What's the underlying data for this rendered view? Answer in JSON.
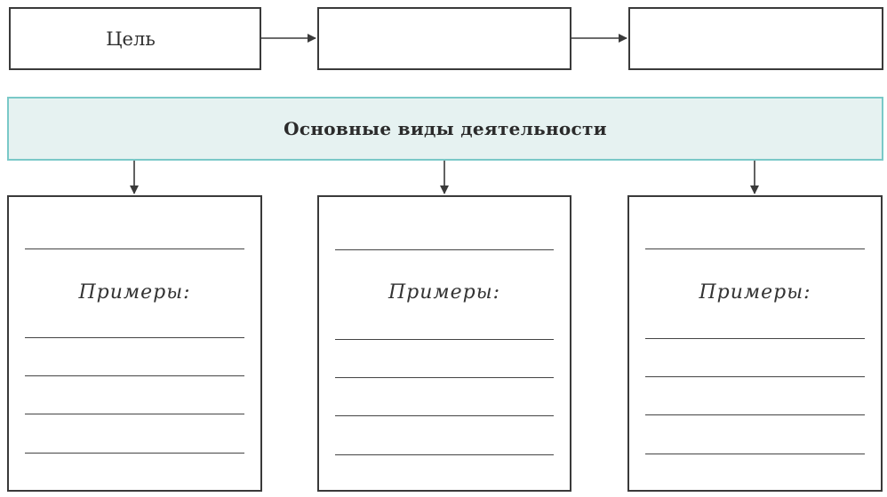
{
  "diagram": {
    "goal_label": "Цель",
    "box2_text": "",
    "box3_text": "",
    "main_title": "Основные виды деятельности",
    "columns": [
      {
        "examples_label": "Примеры:"
      },
      {
        "examples_label": "Примеры:"
      },
      {
        "examples_label": "Примеры:"
      }
    ]
  },
  "colors": {
    "band_fill": "#e6f2f1",
    "band_border": "#7ac9c8",
    "line": "#3a3a3a"
  }
}
